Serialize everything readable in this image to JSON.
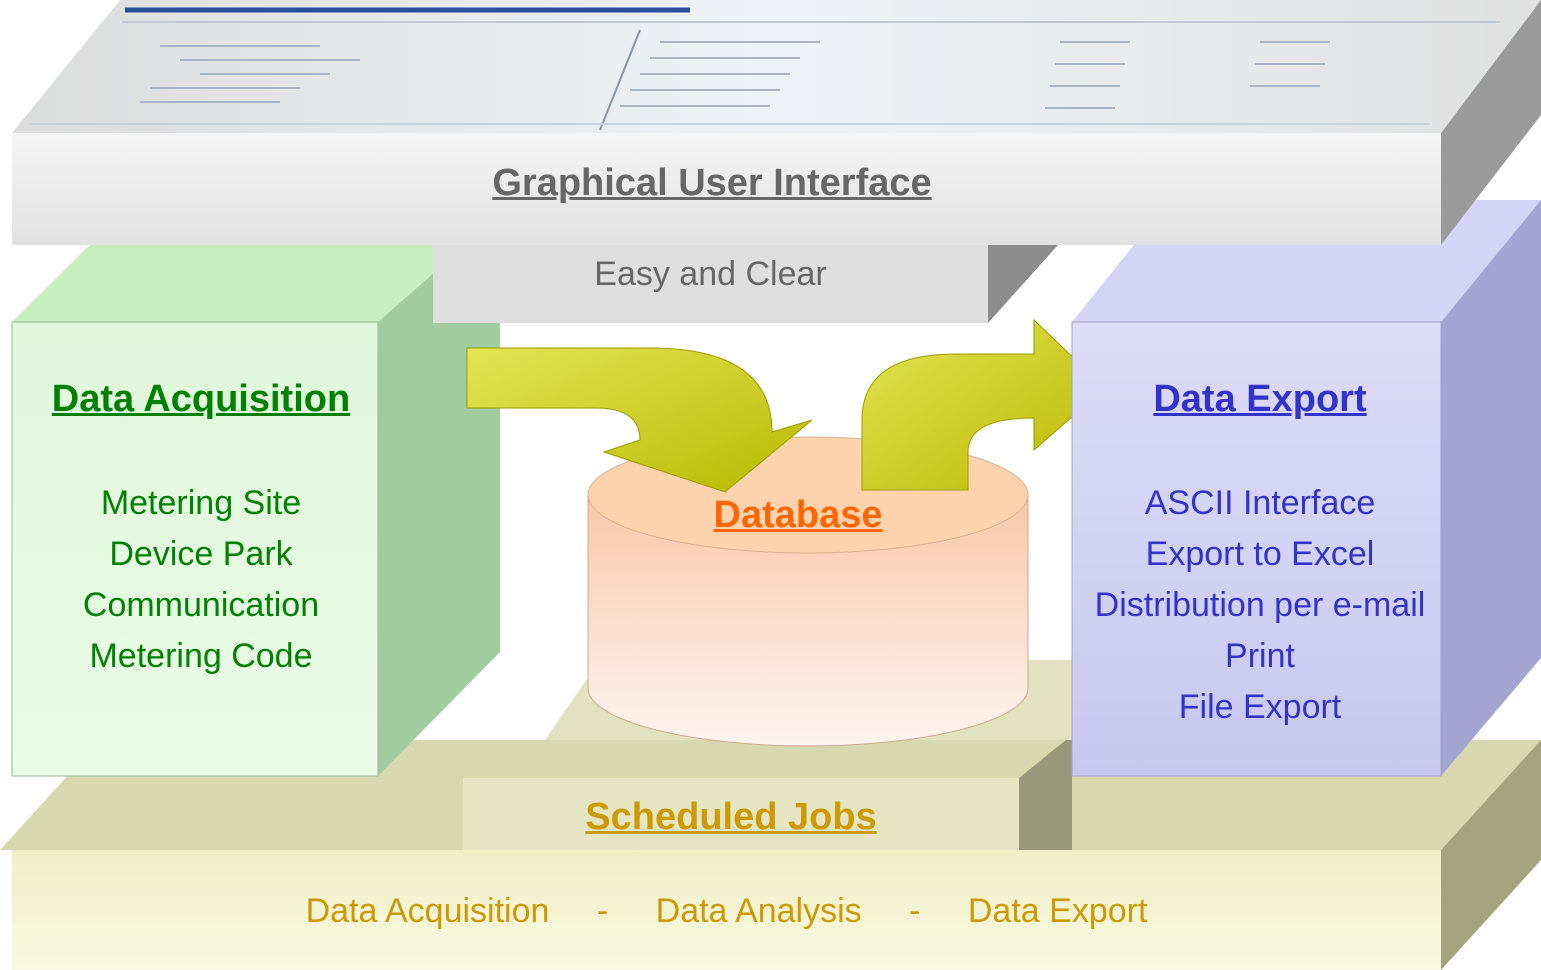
{
  "gui": {
    "title": "Graphical User Interface",
    "subtitle": "Easy and Clear"
  },
  "acquisition": {
    "title": "Data Acquisition",
    "items": [
      "Metering Site",
      "Device Park",
      "Communication",
      "Metering Code"
    ]
  },
  "database": {
    "title": "Database"
  },
  "export": {
    "title": "Data Export",
    "items": [
      "ASCII Interface",
      "Export to Excel",
      "Distribution per e-mail",
      "Print",
      "File Export"
    ]
  },
  "jobs": {
    "title": "Scheduled Jobs",
    "items": [
      "Data Acquisition",
      "-",
      "Data Analysis",
      "-",
      "Data Export"
    ]
  },
  "colors": {
    "gui_text": "#666666",
    "acquisition_text": "#008000",
    "database_text": "#ff6600",
    "export_text": "#3333cc",
    "jobs_text": "#cc9900",
    "arrow_yellow": "#cccc00"
  }
}
